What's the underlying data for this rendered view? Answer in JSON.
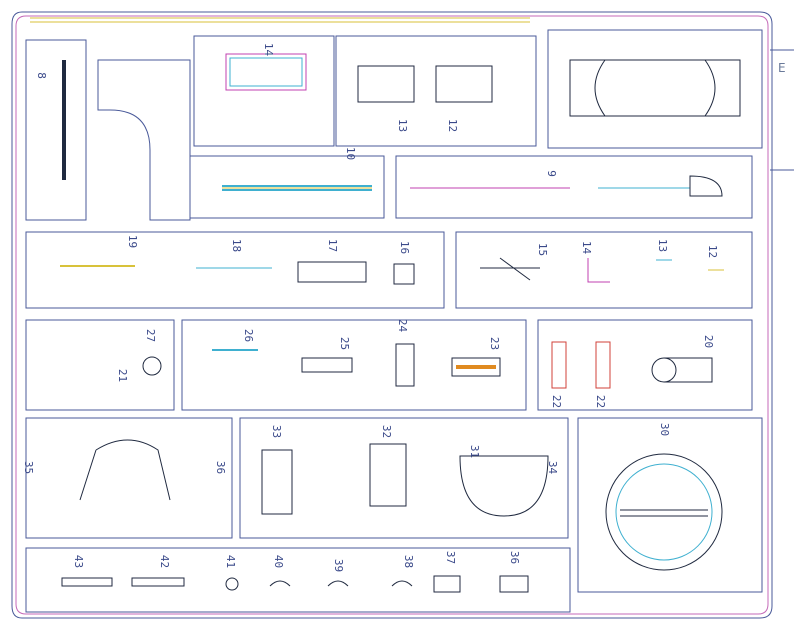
{
  "colors": {
    "frame": "#4a5a9a",
    "frame_alt": "#c46ab8",
    "part_cyan": "#3fb0d0",
    "part_yellow": "#d8c23a",
    "part_magenta": "#c040b0",
    "part_dark": "#202a40",
    "stripe_orange": "#e08a20",
    "stripe_red": "#d0403a"
  },
  "parts": [
    {
      "id": "p8",
      "num": "8"
    },
    {
      "id": "p14",
      "num": "14"
    },
    {
      "id": "p13",
      "num": "13"
    },
    {
      "id": "p12",
      "num": "12"
    },
    {
      "id": "p10",
      "num": "10"
    },
    {
      "id": "p9",
      "num": "9"
    },
    {
      "id": "p19",
      "num": "19"
    },
    {
      "id": "p18",
      "num": "18"
    },
    {
      "id": "p17",
      "num": "17"
    },
    {
      "id": "p16",
      "num": "16"
    },
    {
      "id": "p15",
      "num": "15"
    },
    {
      "id": "p14b",
      "num": "14"
    },
    {
      "id": "p13b",
      "num": "13"
    },
    {
      "id": "p12b",
      "num": "12"
    },
    {
      "id": "p27",
      "num": "27"
    },
    {
      "id": "p21",
      "num": "21"
    },
    {
      "id": "p26",
      "num": "26"
    },
    {
      "id": "p25",
      "num": "25"
    },
    {
      "id": "p24",
      "num": "24"
    },
    {
      "id": "p23",
      "num": "23"
    },
    {
      "id": "p22",
      "num": "22"
    },
    {
      "id": "p22b",
      "num": "22"
    },
    {
      "id": "p20",
      "num": "20"
    },
    {
      "id": "p35",
      "num": "35"
    },
    {
      "id": "p33",
      "num": "33"
    },
    {
      "id": "p32",
      "num": "32"
    },
    {
      "id": "p31",
      "num": "31"
    },
    {
      "id": "p30",
      "num": "30"
    },
    {
      "id": "p36",
      "num": "36"
    },
    {
      "id": "p34",
      "num": "34"
    },
    {
      "id": "p43",
      "num": "43"
    },
    {
      "id": "p42",
      "num": "42"
    },
    {
      "id": "p41",
      "num": "41"
    },
    {
      "id": "p40",
      "num": "40"
    },
    {
      "id": "p39",
      "num": "39"
    },
    {
      "id": "p38",
      "num": "38"
    },
    {
      "id": "p37",
      "num": "37"
    },
    {
      "id": "p36b",
      "num": "36"
    }
  ],
  "sprue_tag": "E"
}
